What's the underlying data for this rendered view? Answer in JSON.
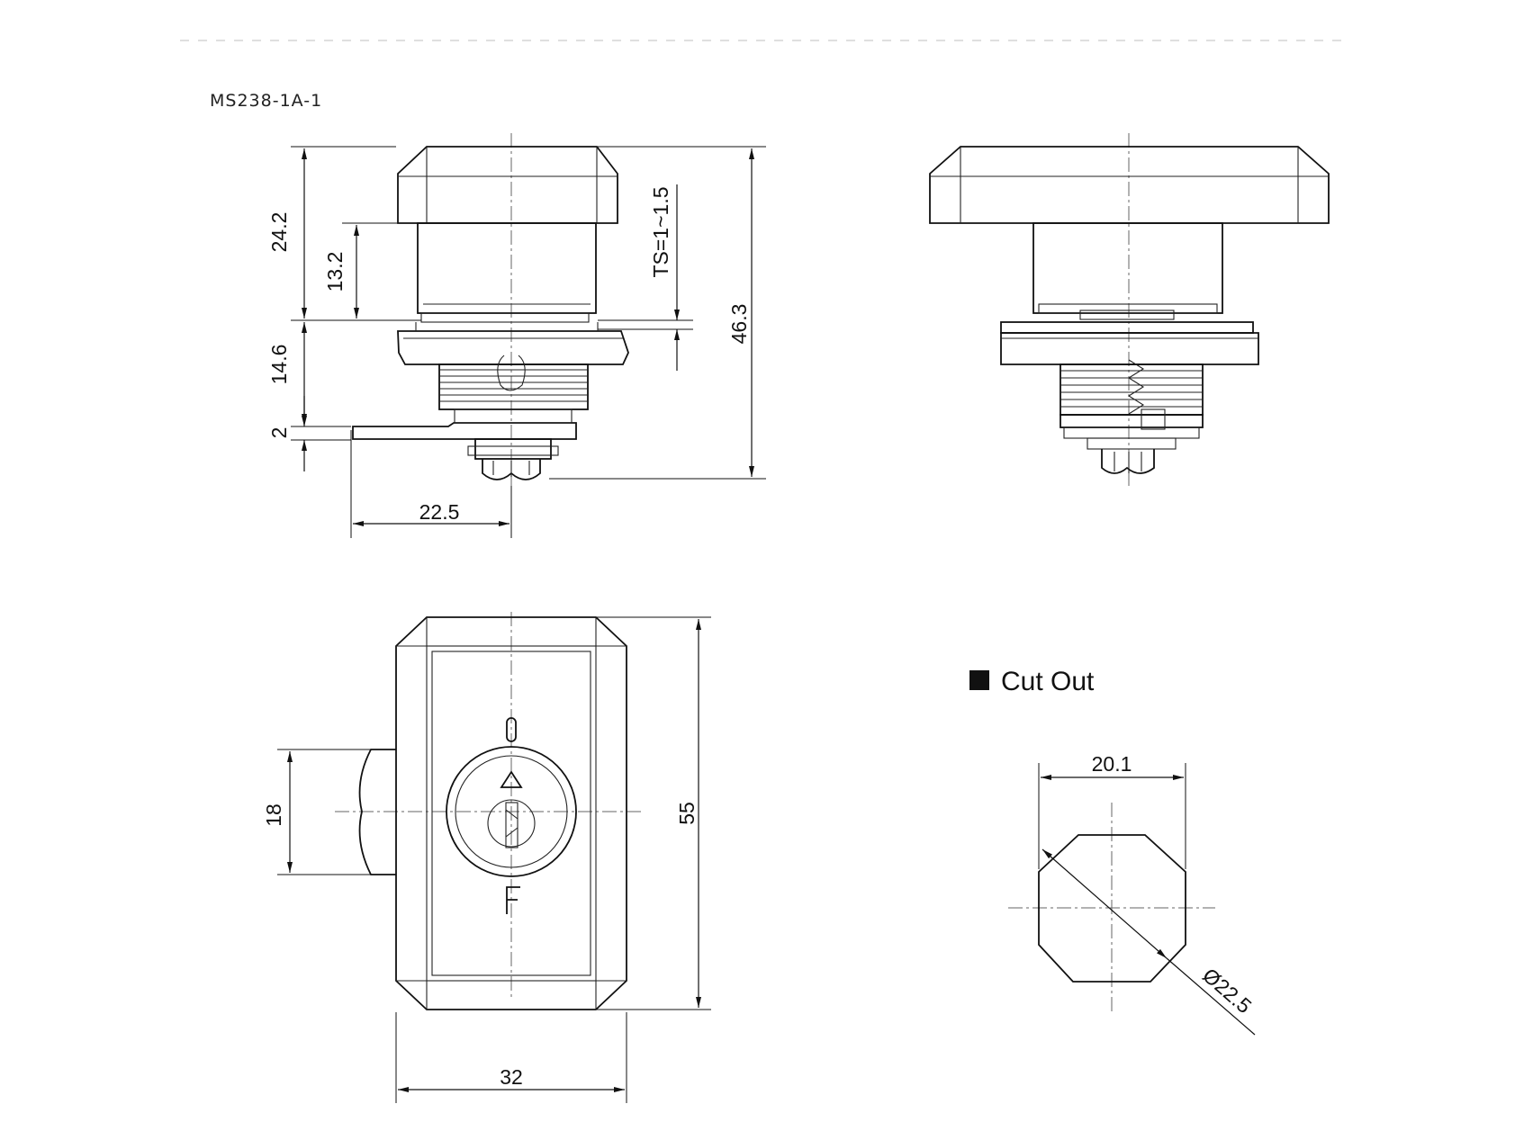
{
  "drawing": {
    "model_code": "MS238-1A-1",
    "cut_out_label": "Cut Out",
    "key_marks": {
      "open_mark": "O",
      "arrow_mark": "△",
      "factory_mark": "F"
    }
  },
  "dimensions": {
    "head_height": "24.2",
    "body_to_flange": "13.2",
    "thread_length": "14.6",
    "cam_thickness": "2",
    "cam_offset": "22.5",
    "panel_thickness": "TS=1~1.5",
    "overall_length": "46.3",
    "cam_width": "18",
    "head_length": "55",
    "head_width": "32",
    "cutout_flat": "20.1",
    "cutout_diameter": "Ø22.5"
  }
}
